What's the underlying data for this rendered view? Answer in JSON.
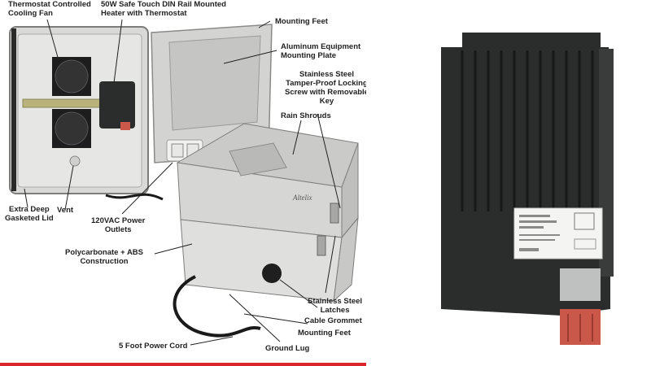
{
  "callouts": {
    "fan": "Thermostat Controlled\nCooling Fan",
    "heater": "50W Safe Touch DIN Rail Mounted\nHeater with Thermostat",
    "mounting_feet_top": "Mounting Feet",
    "plate": "Aluminum Equipment\nMounting Plate",
    "screw": "Stainless Steel\nTamper-Proof Locking\nScrew with Removable\nKey",
    "rain_shrouds": "Rain Shrouds",
    "lid": "Extra Deep\nGasketed Lid",
    "vent": "Vent",
    "outlets": "120VAC Power\nOutlets",
    "construction": "Polycarbonate + ABS\nConstruction",
    "latches": "Stainless Steel\nLatches",
    "grommet": "Cable Grommet",
    "mounting_feet_bottom": "Mounting Feet",
    "ground_lug": "Ground Lug",
    "power_cord": "5 Foot Power Cord"
  },
  "brand_mark": "Altelix",
  "colors": {
    "enclosure": "#d9dad8",
    "enclosure_shadow": "#b9bab7",
    "heater_body": "#2b2d2d",
    "heater_terminal": "#c9574a",
    "accent_strip": "#d8262b"
  }
}
